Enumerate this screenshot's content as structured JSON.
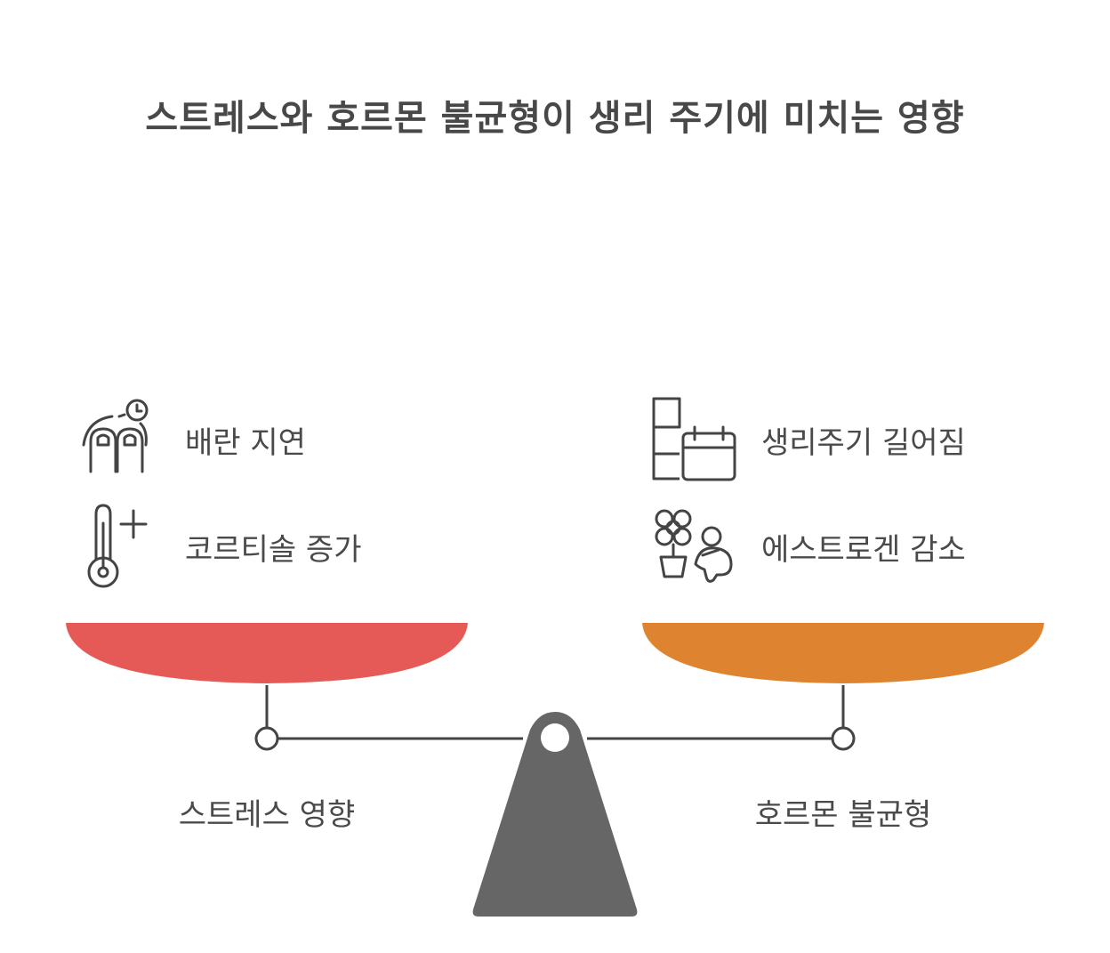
{
  "title": "스트레스와 호르몬 불균형이 생리 주기에 미치는 영향",
  "left_side": {
    "label": "스트레스 영향",
    "color": "#E55A56",
    "items": [
      {
        "label": "배란 지연",
        "icon": "delayed-ovulation-icon"
      },
      {
        "label": "코르티솔 증가",
        "icon": "thermometer-plus-icon"
      }
    ]
  },
  "right_side": {
    "label": "호르몬 불균형",
    "color": "#DE8431",
    "items": [
      {
        "label": "생리주기 길어짐",
        "icon": "calendar-icon"
      },
      {
        "label": "에스트로겐 감소",
        "icon": "flower-person-icon"
      }
    ]
  },
  "colors": {
    "fulcrum": "#666666",
    "line": "#444444",
    "text": "#4a4a4a"
  }
}
